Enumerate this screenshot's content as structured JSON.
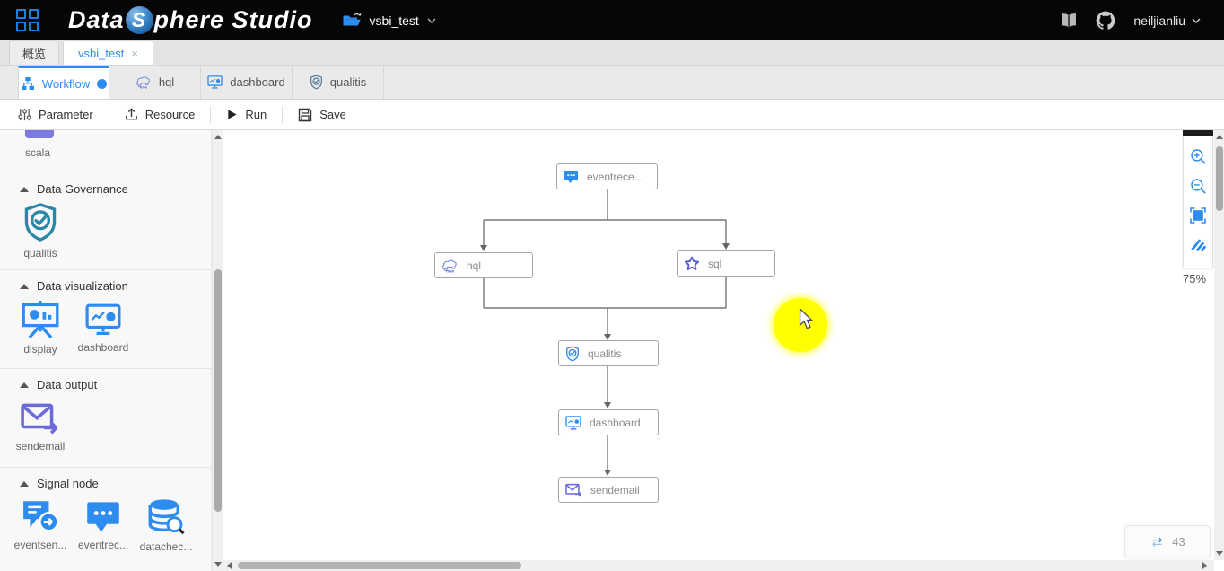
{
  "header": {
    "logo_part1": "Data",
    "logo_sphere": "S",
    "logo_part2": "phere Studio",
    "project": "vsbi_test",
    "user": "neiljianliu"
  },
  "tabs_level1": [
    {
      "label": "概览"
    },
    {
      "label": "vsbi_test",
      "close": "×"
    }
  ],
  "tabs_level2": [
    {
      "label": "Workflow"
    },
    {
      "label": "hql"
    },
    {
      "label": "dashboard"
    },
    {
      "label": "qualitis"
    }
  ],
  "toolbar": [
    {
      "label": "Parameter"
    },
    {
      "label": "Resource"
    },
    {
      "label": "Run"
    },
    {
      "label": "Save"
    }
  ],
  "sidebar": {
    "partial_item": {
      "label": "scala"
    },
    "sections": [
      {
        "title": "Data Governance",
        "items": [
          {
            "label": "qualitis"
          }
        ]
      },
      {
        "title": "Data visualization",
        "items": [
          {
            "label": "display"
          },
          {
            "label": "dashboard"
          }
        ]
      },
      {
        "title": "Data output",
        "items": [
          {
            "label": "sendemail"
          }
        ]
      },
      {
        "title": "Signal node",
        "items": [
          {
            "label": "eventsen..."
          },
          {
            "label": "eventrec..."
          },
          {
            "label": "datachec..."
          }
        ]
      }
    ]
  },
  "canvas": {
    "nodes": [
      {
        "label": "eventrece..."
      },
      {
        "label": "hql"
      },
      {
        "label": "sql"
      },
      {
        "label": "qualitis"
      },
      {
        "label": "dashboard"
      },
      {
        "label": "sendemail"
      }
    ],
    "zoom_level": "75%",
    "badge_count": "43"
  },
  "colors": {
    "accent": "#2d8cf0",
    "header_bg": "#060606",
    "purple_node": "#6a6ad8",
    "teal_shield": "#2b87a8",
    "highlight": "#ffff00"
  }
}
